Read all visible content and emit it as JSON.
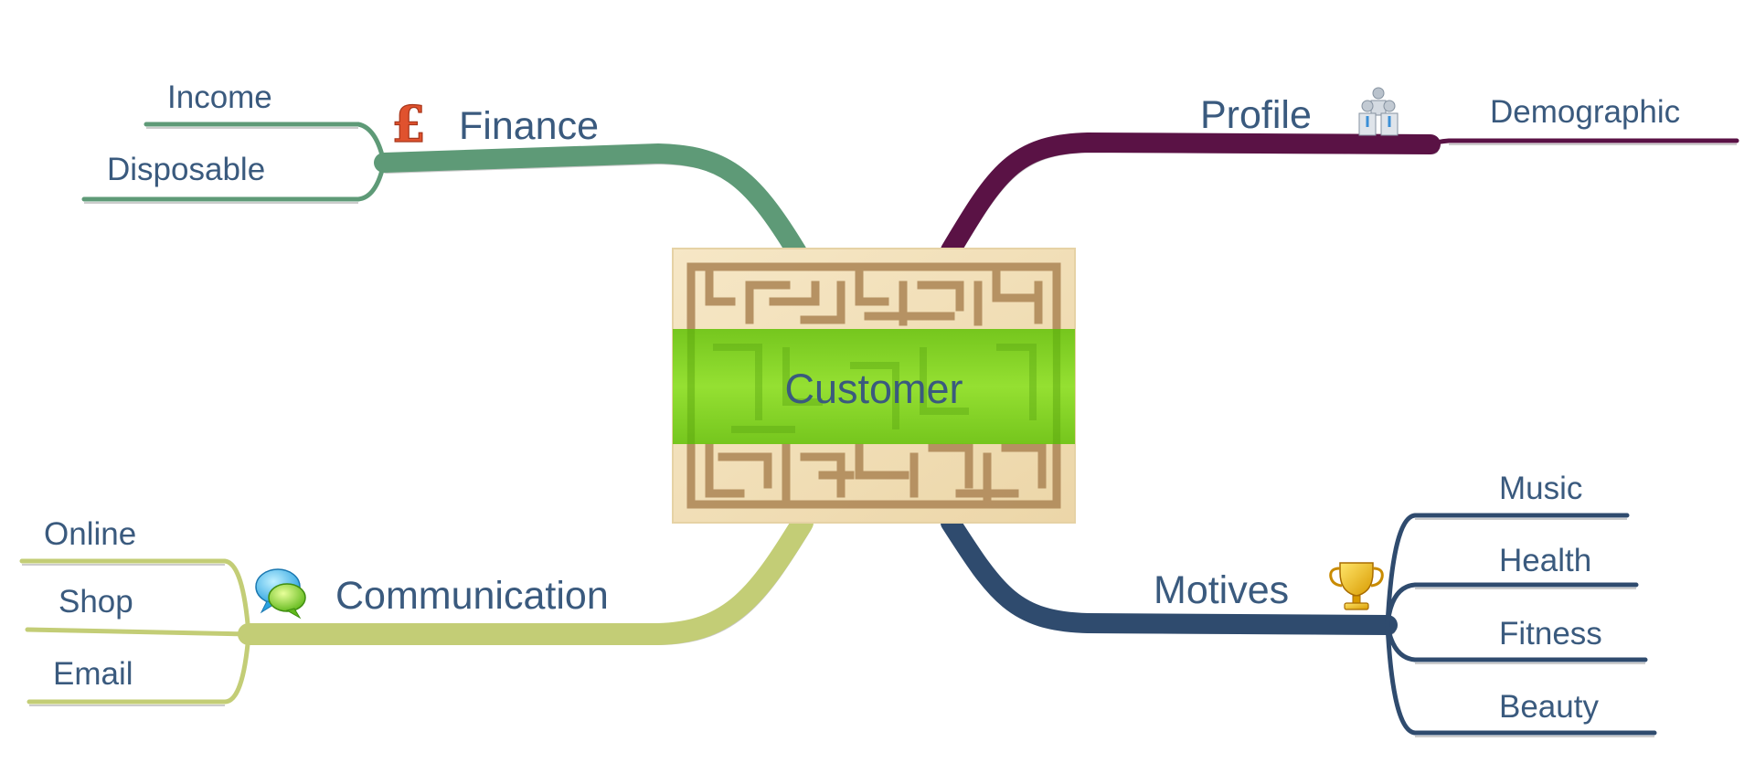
{
  "central_topic": {
    "label": "Customer"
  },
  "branches": {
    "finance": {
      "label": "Finance",
      "color": "#5e9a77",
      "icon": "pound-sterling-icon",
      "children": [
        "Income",
        "Disposable"
      ]
    },
    "profile": {
      "label": "Profile",
      "color": "#5a1245",
      "icon": "people-group-icon",
      "children": [
        "Demographic"
      ]
    },
    "communication": {
      "label": "Communication",
      "color": "#c3cd76",
      "icon": "speech-bubbles-icon",
      "children": [
        "Online",
        "Shop",
        "Email"
      ]
    },
    "motives": {
      "label": "Motives",
      "color": "#2f4b6e",
      "icon": "trophy-icon",
      "children": [
        "Music",
        "Health",
        "Fitness",
        "Beauty"
      ]
    }
  },
  "colors": {
    "text": "#3a5a7e",
    "center_band": "#7ed321",
    "maze_background": "#f3e2bd",
    "maze_walls": "#b08a5a"
  }
}
